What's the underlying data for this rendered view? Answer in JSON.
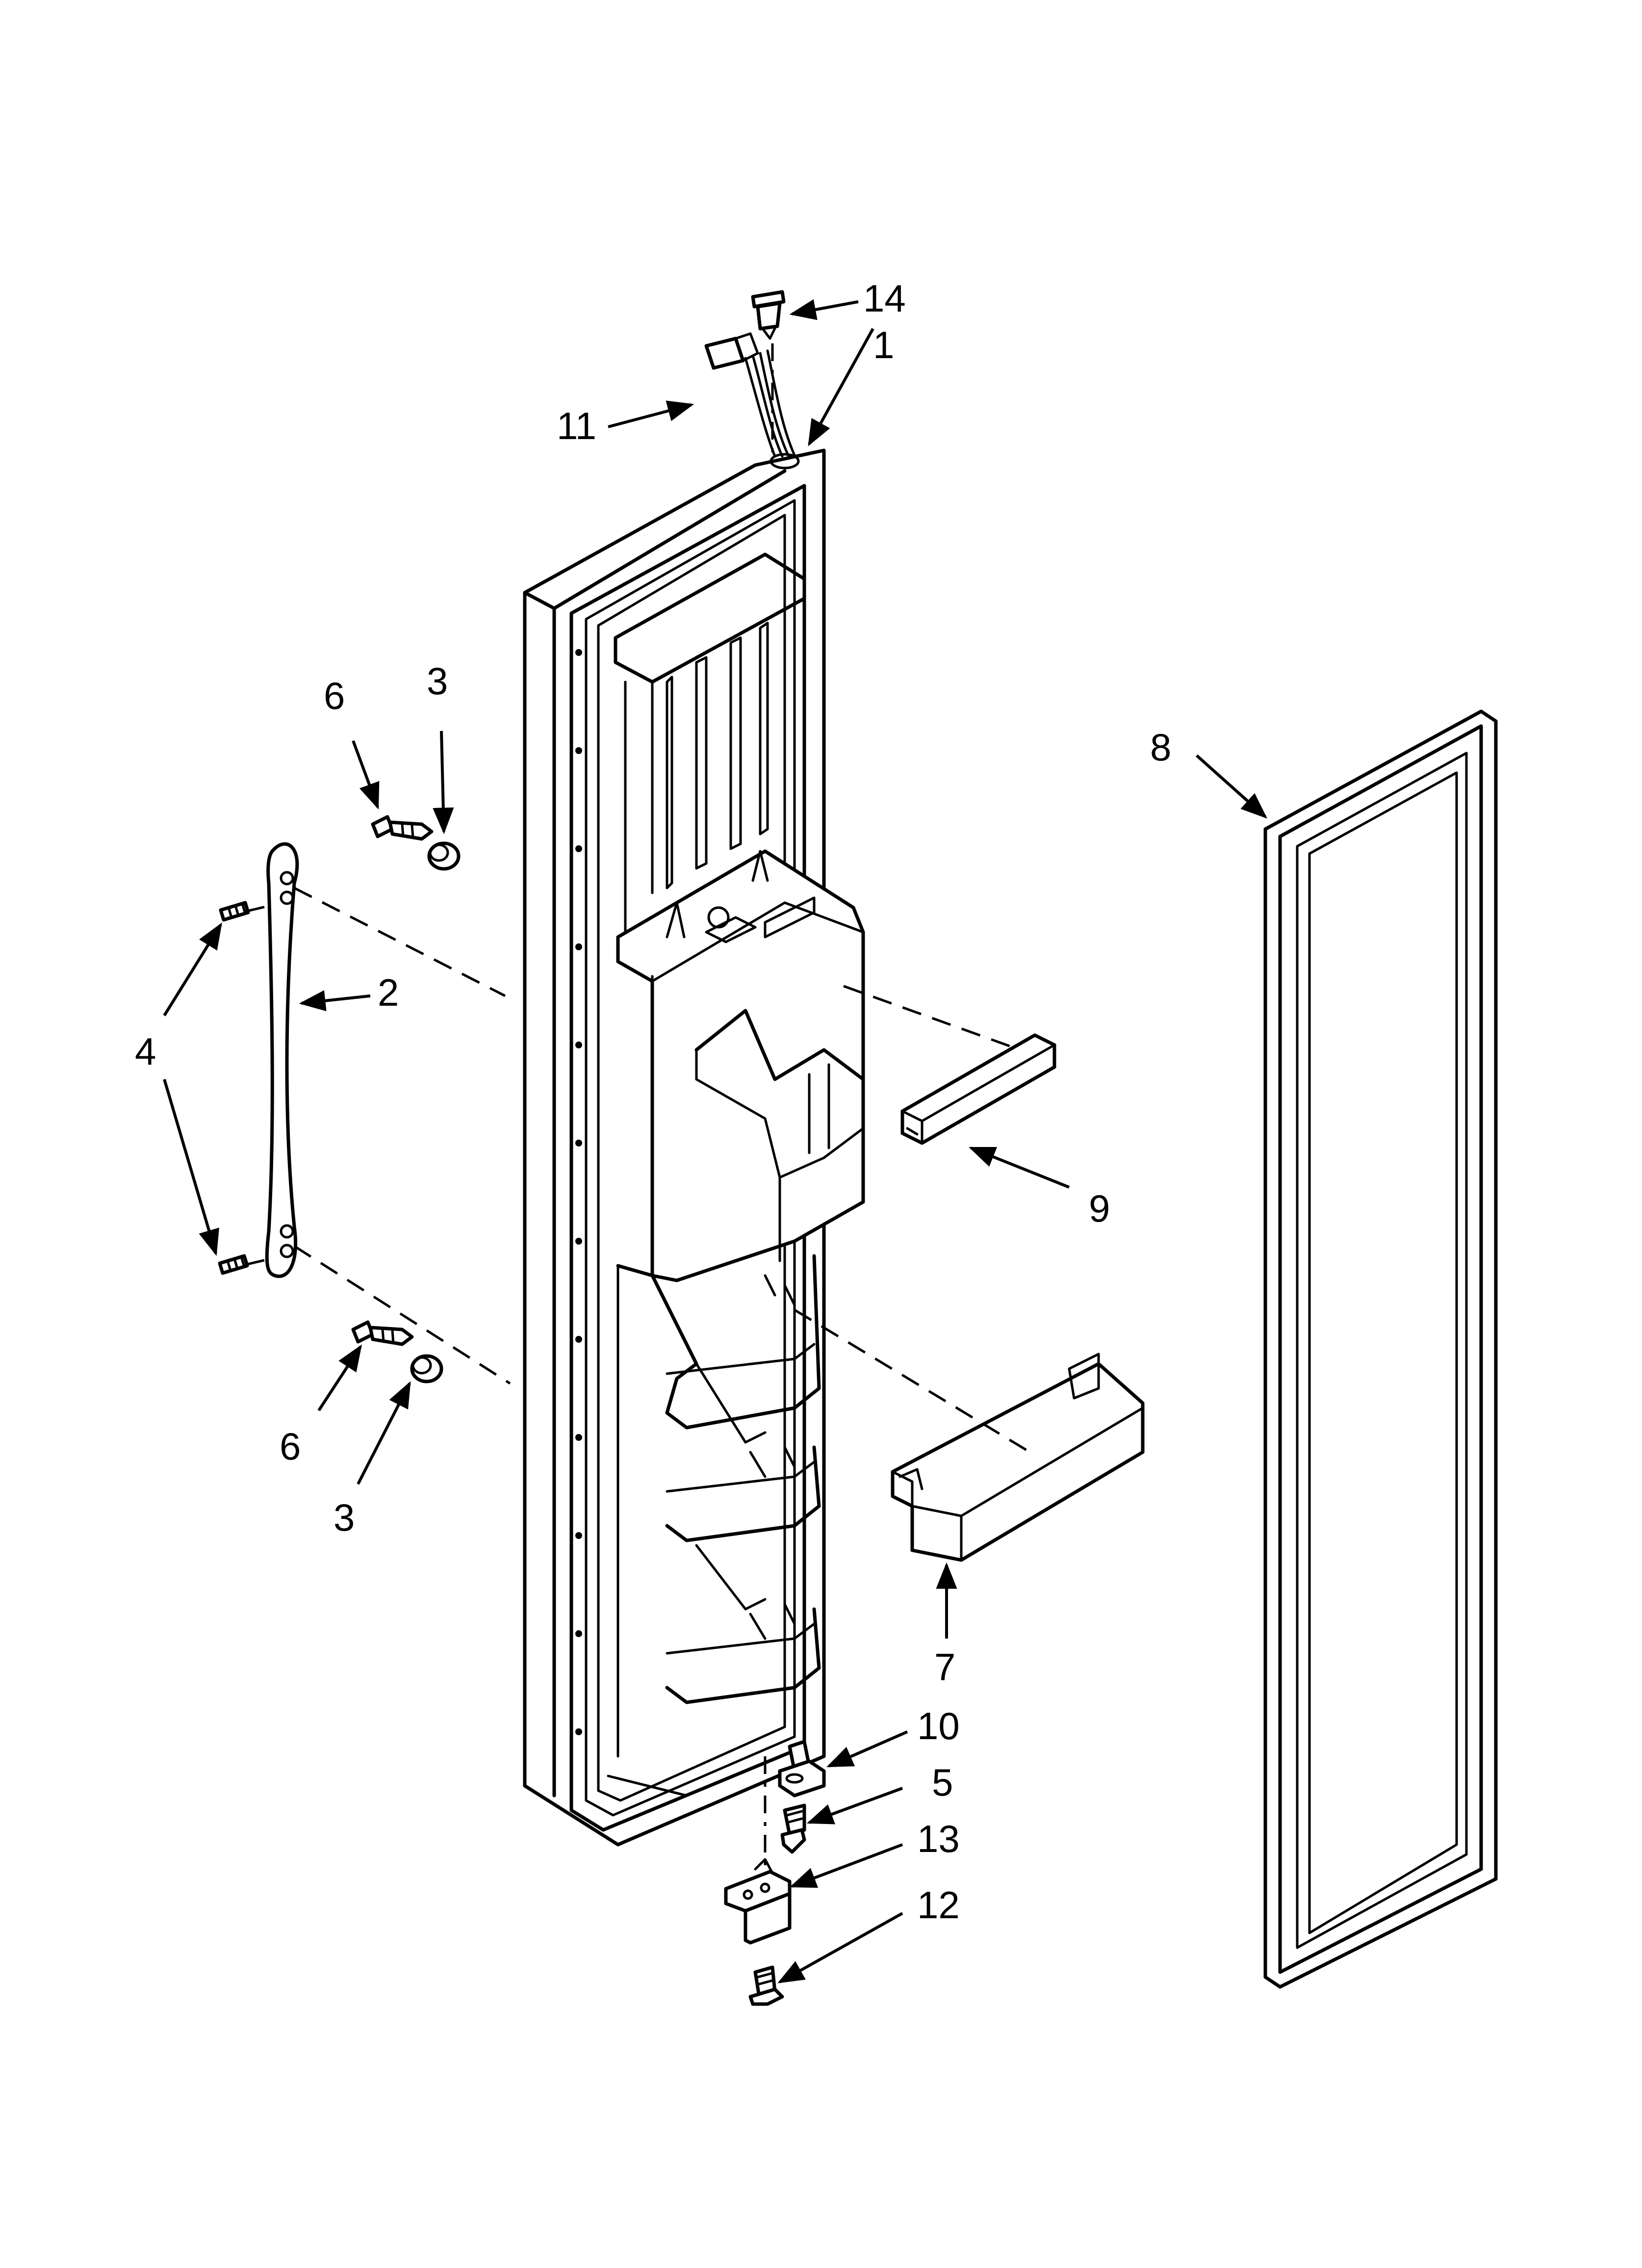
{
  "callouts": {
    "c1": "1",
    "c2": "2",
    "c3a": "3",
    "c3b": "3",
    "c4": "4",
    "c5": "5",
    "c6a": "6",
    "c6b": "6",
    "c7": "7",
    "c8": "8",
    "c9": "9",
    "c10": "10",
    "c11": "11",
    "c12": "12",
    "c13": "13",
    "c14": "14"
  }
}
